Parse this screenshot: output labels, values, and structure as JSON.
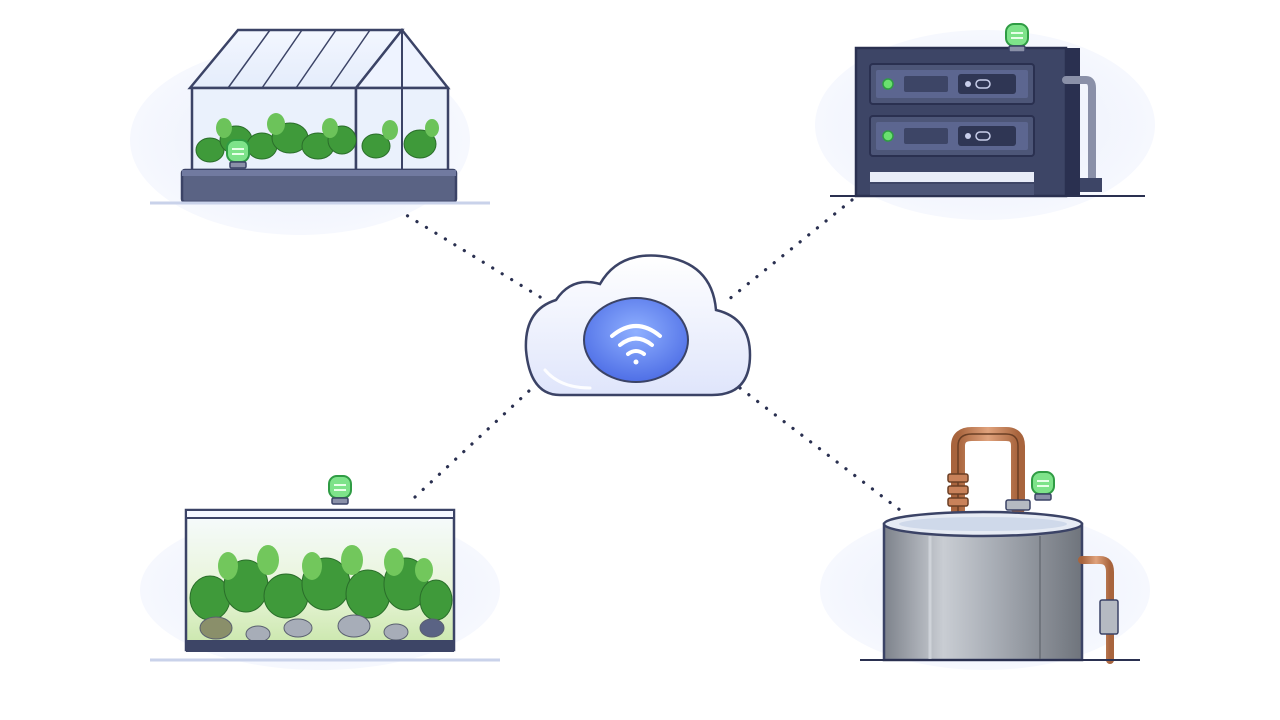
{
  "diagram": {
    "hub": {
      "name": "cloud-hub",
      "icon": "wifi-icon"
    },
    "nodes": [
      {
        "id": "greenhouse",
        "icon": "greenhouse-icon",
        "status": "online"
      },
      {
        "id": "server-rack",
        "icon": "server-rack-icon",
        "status": "online"
      },
      {
        "id": "terrarium",
        "icon": "terrarium-icon",
        "status": "online"
      },
      {
        "id": "water-tank",
        "icon": "water-tank-icon",
        "status": "online"
      }
    ],
    "connections": [
      {
        "from": "cloud-hub",
        "to": "greenhouse",
        "style": "dotted"
      },
      {
        "from": "cloud-hub",
        "to": "server-rack",
        "style": "dotted"
      },
      {
        "from": "cloud-hub",
        "to": "terrarium",
        "style": "dotted"
      },
      {
        "from": "cloud-hub",
        "to": "water-tank",
        "style": "dotted"
      }
    ],
    "colors": {
      "background": "#ffffff",
      "outline": "#3b4366",
      "sensor_green": "#5fd36a",
      "wifi_blue": "#5b86f0",
      "cloud_fill": "#eef1fc",
      "plant_green": "#3f9a3a",
      "copper": "#c9825a",
      "steel": "#9ea3ab"
    }
  }
}
